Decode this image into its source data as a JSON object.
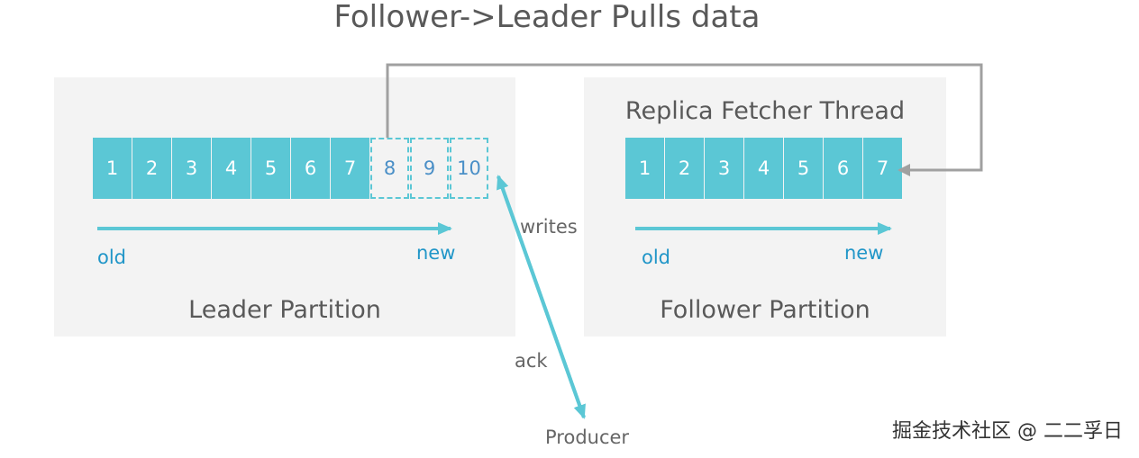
{
  "title": "Follower->Leader Pulls data",
  "leader": {
    "label": "Leader Partition",
    "cells": [
      "1",
      "2",
      "3",
      "4",
      "5",
      "6",
      "7"
    ],
    "pending_cells": [
      "8",
      "9",
      "10"
    ],
    "old_label": "old",
    "new_label": "new"
  },
  "follower": {
    "thread_label": "Replica Fetcher Thread",
    "label": "Follower Partition",
    "cells": [
      "1",
      "2",
      "3",
      "4",
      "5",
      "6",
      "7"
    ],
    "old_label": "old",
    "new_label": "new"
  },
  "producer": {
    "label": "Producer",
    "writes_label": "writes",
    "ack_label": "ack"
  },
  "watermark": "掘金技术社区 @ 二二孚日",
  "colors": {
    "cell": "#5bc7d5",
    "panel": "#f3f3f3",
    "text": "#595959",
    "accent": "#2196c8",
    "pull_line": "#a0a0a0"
  }
}
